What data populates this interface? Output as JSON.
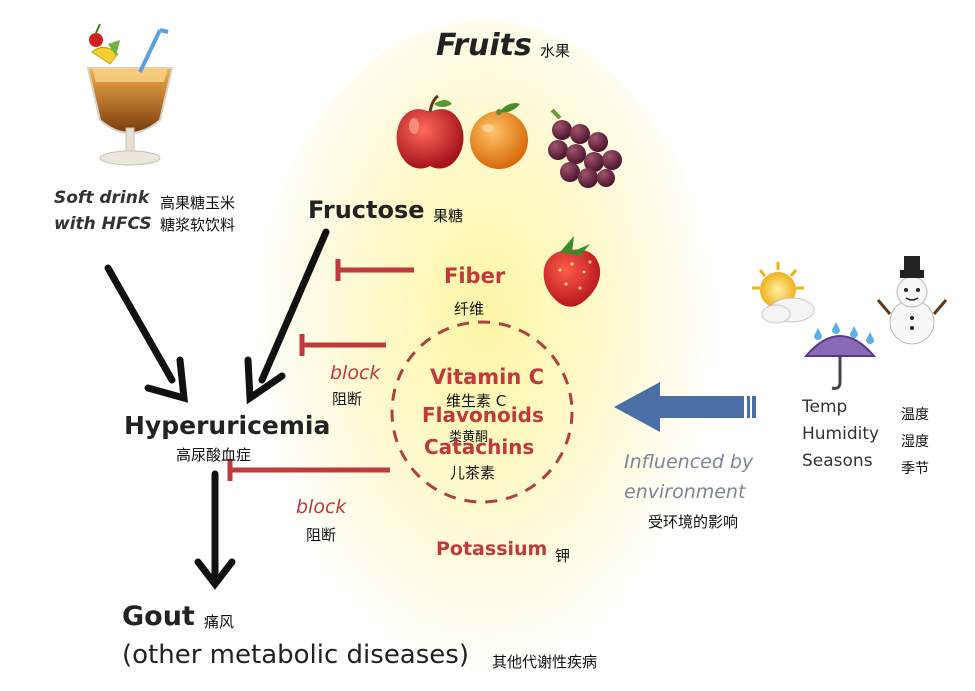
{
  "title": {
    "en": "Fruits",
    "cn": "水果"
  },
  "soft_drink": {
    "line1": "Soft drink",
    "line2": "with HFCS",
    "cn1": "高果糖玉米",
    "cn2": "糖浆软饮料"
  },
  "fructose": {
    "en": "Fructose",
    "cn": "果糖"
  },
  "hyperuricemia": {
    "en": "Hyperuricemia",
    "cn": "高尿酸血症"
  },
  "gout": {
    "en": "Gout",
    "cn": "痛风"
  },
  "other": {
    "en": "(other metabolic diseases)",
    "cn": "其他代谢性疾病"
  },
  "fiber": {
    "en": "Fiber",
    "cn": "纤维"
  },
  "vitamin_c": {
    "en": "Vitamin C",
    "cn": "维生素 C"
  },
  "flavonoids": {
    "en": "Flavonoids",
    "cn": "类黄酮"
  },
  "catachins": {
    "en": "Catachins",
    "cn": "儿茶素"
  },
  "potassium": {
    "en": "Potassium",
    "cn": "钾"
  },
  "block1": {
    "en": "block",
    "cn": "阻断"
  },
  "block2": {
    "en": "block",
    "cn": "阻断"
  },
  "influenced": {
    "line1": "Influenced by",
    "line2": "environment",
    "cn": "受环境的影响"
  },
  "environment": {
    "items": [
      {
        "en": "Temp",
        "cn": "温度"
      },
      {
        "en": "Humidity",
        "cn": "湿度"
      },
      {
        "en": "Seasons",
        "cn": "季节"
      }
    ]
  },
  "colors": {
    "block_red": "#c0393b",
    "env_arrow": "#4a6fa5",
    "glow": "#fdf6a6"
  },
  "icons": [
    "cocktail-icon",
    "apple-icon",
    "orange-icon",
    "grapes-icon",
    "strawberry-icon",
    "sun-cloud-icon",
    "umbrella-rain-icon",
    "snowman-icon"
  ]
}
